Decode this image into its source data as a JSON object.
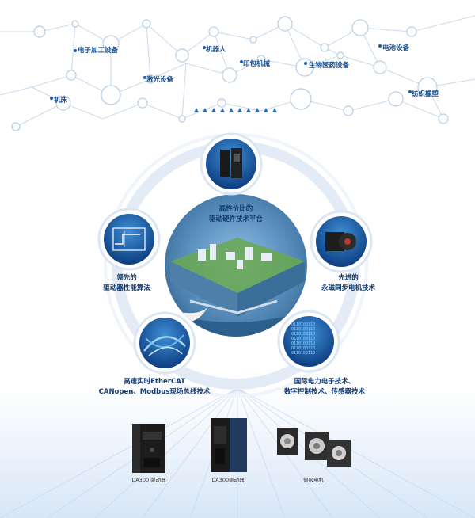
{
  "network": {
    "nodes": [
      "电子加工设备",
      "机器人",
      "印包机械",
      "生物医药设备",
      "电池设备",
      "激光设备",
      "机床",
      "纺织橡塑"
    ]
  },
  "center": {
    "line1": "高性价比的",
    "line2": "驱动硬件技术平台"
  },
  "features": [
    {
      "line1": "先进的",
      "line2": "永磁同步电机技术",
      "icon": "motor-icon"
    },
    {
      "line1": "领先的",
      "line2": "驱动器性能算法",
      "icon": "chart-icon"
    },
    {
      "line1": "高速实时EtherCAT",
      "line2": "CANopen、Modbus现场总线技术",
      "icon": "network-icon"
    },
    {
      "line1": "国际电力电子技术、",
      "line2": "数字控制技术、传感器技术",
      "icon": "digital-icon"
    }
  ],
  "products": [
    {
      "label": "DA300 驱动器"
    },
    {
      "label": "DA300驱动器"
    },
    {
      "label": "伺服电机"
    }
  ],
  "colors": {
    "primary": "#1a5ea8",
    "ring": "#dfe9f5",
    "text": "#123a6e"
  }
}
